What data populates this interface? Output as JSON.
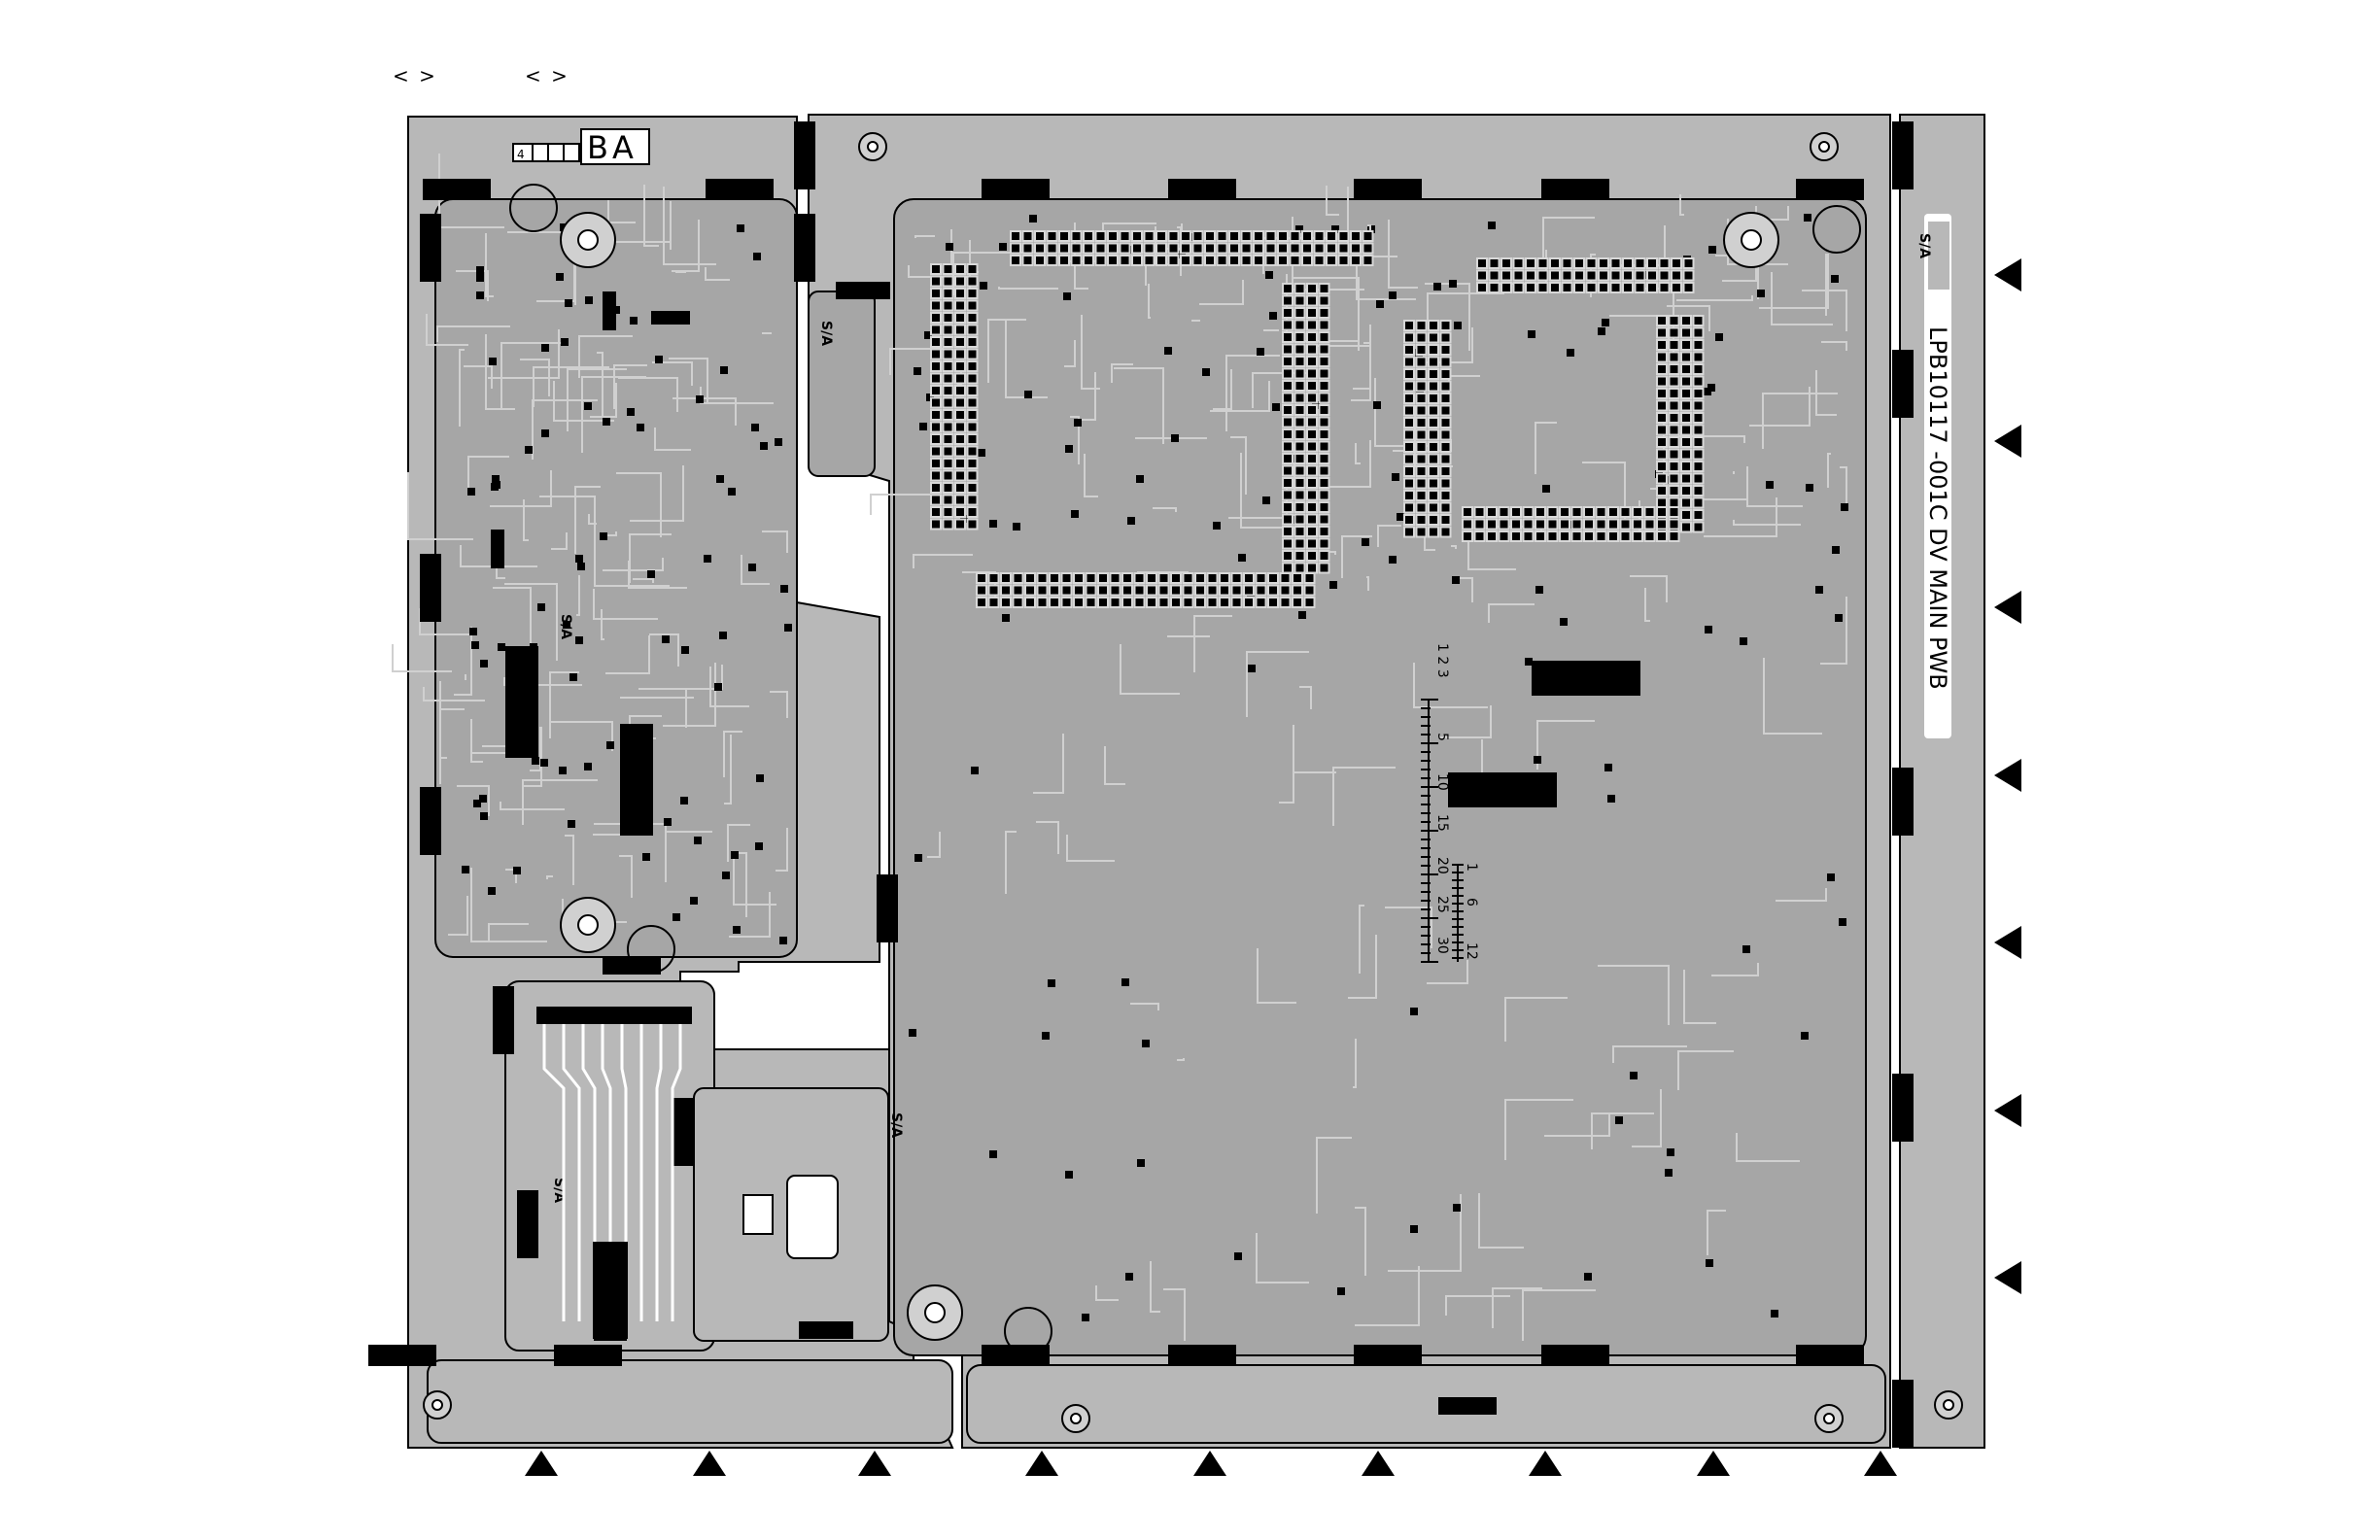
{
  "nav": {
    "left": "< >",
    "right": "< >"
  },
  "board": {
    "side_code": "BA",
    "sheet_index": "4",
    "label_line": "LPB10117  -001C DV MAIN PWB",
    "ruler_mm": [
      "1 2 3",
      "5",
      "10",
      "15",
      "20",
      "25",
      "30"
    ],
    "ruler_small": [
      "1",
      "6",
      "12"
    ],
    "silk_marks": [
      "S/A",
      "S/A",
      "S/A",
      "S/A",
      "S/A"
    ]
  },
  "colors": {
    "board": "#b8b8b8",
    "copper": "#a6a6a6",
    "pad": "#000000",
    "outline": "#000000",
    "background": "#ffffff"
  },
  "markers": {
    "bottom_count": 9,
    "right_count": 7
  }
}
